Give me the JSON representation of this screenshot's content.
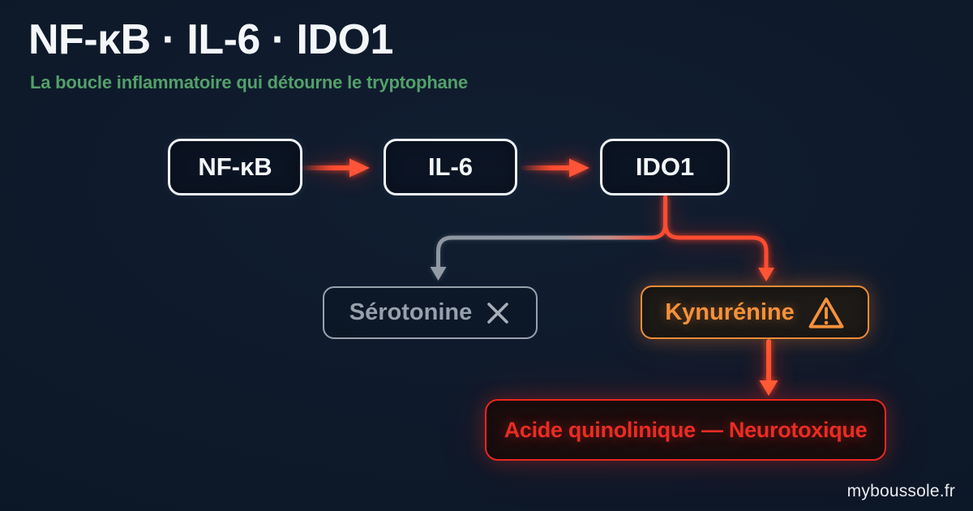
{
  "header": {
    "title": "NF-κB · IL-6 · IDO1",
    "subtitle": "La boucle inflammatoire qui détourne le tryptophane"
  },
  "nodes": {
    "nfkb": {
      "label": "NF-κB"
    },
    "il6": {
      "label": "IL-6"
    },
    "ido1": {
      "label": "IDO1"
    },
    "serotonine": {
      "label": "Sérotonine",
      "status": "blocked"
    },
    "kynurenine": {
      "label": "Kynurénine",
      "status": "warning"
    },
    "quinolinic": {
      "label": "Acide quinolinique — Neurotoxique",
      "status": "neurotoxic"
    }
  },
  "edges": [
    {
      "from": "NF-κB",
      "to": "IL-6",
      "style": "red-glow-arrow"
    },
    {
      "from": "IL-6",
      "to": "IDO1",
      "style": "red-glow-arrow"
    },
    {
      "from": "IDO1",
      "to": "Sérotonine",
      "style": "gray-suppressed-arrow"
    },
    {
      "from": "IDO1",
      "to": "Kynurénine",
      "style": "red-glow-arrow"
    },
    {
      "from": "Kynurénine",
      "to": "Acide quinolinique — Neurotoxique",
      "style": "red-glow-arrow"
    }
  ],
  "icons": {
    "blocked": "x-mark-icon",
    "warning": "warning-triangle-icon"
  },
  "colors": {
    "background": "#0d1828",
    "title_white": "#f4f7fa",
    "subtitle_green": "#53a06a",
    "node_border_white": "#eef2f6",
    "arrow_red": "#ff4c31",
    "muted_gray": "#97a0ac",
    "warning_orange": "#f5913a",
    "danger_red": "#e8281e"
  },
  "footer": {
    "watermark": "myboussole.fr"
  }
}
